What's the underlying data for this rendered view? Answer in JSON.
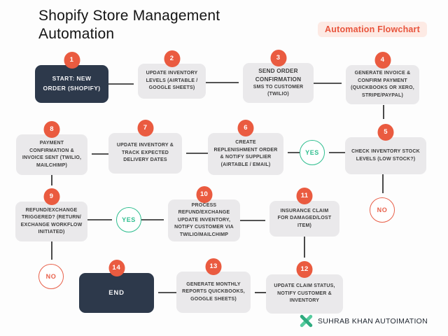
{
  "title": "Shopify Store Management Automation",
  "tag_label": "Automation Flowchart",
  "nodes": [
    {
      "num": "1",
      "label": "START: NEW ORDER (SHOPIFY)",
      "type": "start"
    },
    {
      "num": "2",
      "label": "UPDATE INVENTORY LEVELS (AIRTABLE / GOOGLE SHEETS)"
    },
    {
      "num": "3",
      "label": "SEND ORDER CONFIRMATION",
      "label2": "SMS TO CUSTOMER (TWILIO)"
    },
    {
      "num": "4",
      "label": "GENERATE INVOICE & CONFIRM PAYMENT (QUICKBOOKS OR XERO, STRIPE/PAYPAL)"
    },
    {
      "num": "5",
      "label": "CHECK INVENTORY STOCK LEVELS (LOW STOCK?)"
    },
    {
      "num": "6",
      "label": "CREATE REPLENISHMENT ORDER & NOTIFY SUPPLIER (AIRTABLE / EMAIL)"
    },
    {
      "num": "7",
      "label": "UPDATE INVENTORY & TRACK EXPECTED DELIVERY DATES"
    },
    {
      "num": "8",
      "label": "PAYMENT CONFIRMATION & INVOICE SENT (TWILIO, MAILCHIMP)"
    },
    {
      "num": "9",
      "label": "REFUND/EXCHANGE TRIGGERED? (RETURN/ EXCHANGE WORKFLOW INITIATED)"
    },
    {
      "num": "10",
      "label": "PROCESS REFUND/EXCHANGE UPDATE INVENTORY, NOTIFY CUSTOMER VIA TWILIO/MAILCHIMP"
    },
    {
      "num": "11",
      "label": "INSURANCE CLAIM FOR DAMAGED/LOST ITEM)"
    },
    {
      "num": "12",
      "label": "UPDATE CLAIM STATUS, NOTIFY CUSTOMER & INVENTORY"
    },
    {
      "num": "13",
      "label": "GENERATE MONTHLY REPORTS QUICKBOOKS, GOOGLE SHEETS)"
    },
    {
      "num": "14",
      "label": "END",
      "type": "end"
    }
  ],
  "decisions": [
    {
      "label": "YES",
      "meaning": "low stock → create replenishment order"
    },
    {
      "label": "NO",
      "meaning": "stock ok after inventory check"
    },
    {
      "label": "YES",
      "meaning": "refund/exchange triggered → process refund"
    },
    {
      "label": "NO",
      "meaning": "no refund/exchange"
    }
  ],
  "connections": [
    {
      "from": "1",
      "to": "2"
    },
    {
      "from": "2",
      "to": "3"
    },
    {
      "from": "3",
      "to": "4"
    },
    {
      "from": "4",
      "to": "5"
    },
    {
      "from": "5",
      "to": "6",
      "via": "YES"
    },
    {
      "from": "5",
      "to": "NO"
    },
    {
      "from": "6",
      "to": "7"
    },
    {
      "from": "7",
      "to": "8"
    },
    {
      "from": "8",
      "to": "9"
    },
    {
      "from": "9",
      "to": "10",
      "via": "YES"
    },
    {
      "from": "9",
      "to": "NO"
    },
    {
      "from": "10",
      "to": "11"
    },
    {
      "from": "11",
      "to": "12"
    },
    {
      "from": "12",
      "to": "13"
    },
    {
      "from": "13",
      "to": "14"
    }
  ],
  "footer": {
    "brand": "SUHRAB KHAN AUTOIMATION"
  },
  "colors": {
    "badge_orange": "#ea5b40",
    "dark_node": "#2d394b",
    "light_node": "#eae9eb",
    "yes_green": "#2fbe8f",
    "no_red": "#e8604a",
    "tag_bg": "#fdeae4",
    "tag_text": "#e8543c",
    "arrow": "#1d1d1d",
    "logo_green_light": "#56cb9e",
    "logo_green_dark": "#2fab7f"
  }
}
